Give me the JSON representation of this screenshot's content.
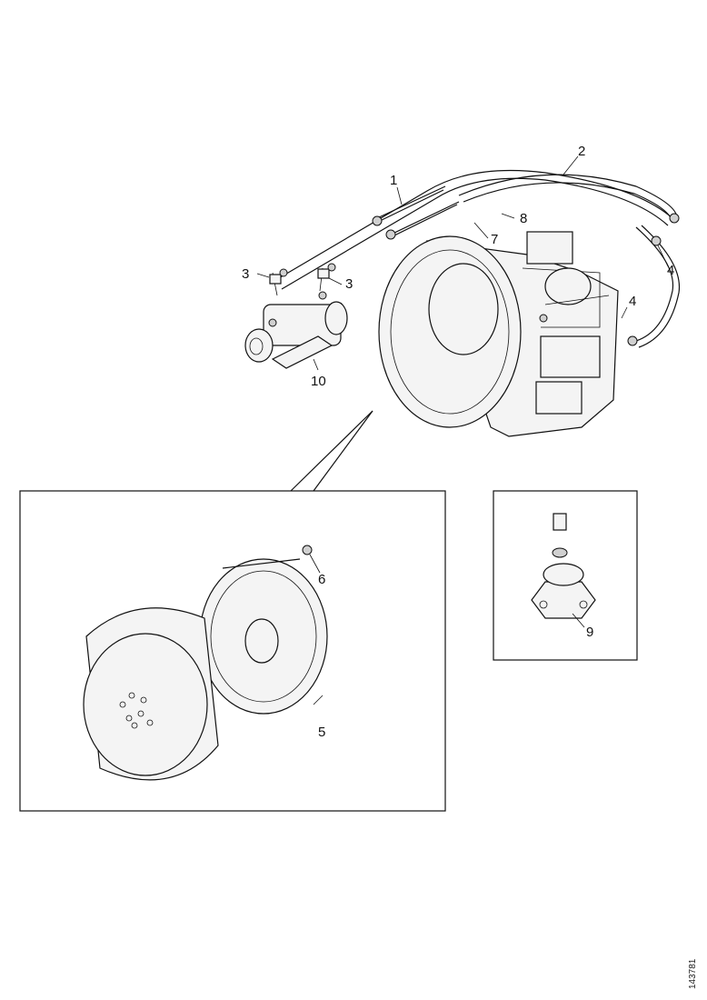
{
  "callouts": {
    "c1": "1",
    "c2": "2",
    "c3a": "3",
    "c3b": "3",
    "c4a": "4",
    "c4b": "4",
    "c5": "5",
    "c6": "6",
    "c7": "7",
    "c8": "8",
    "c9": "9",
    "c10": "10"
  },
  "drawing_code": "143781"
}
